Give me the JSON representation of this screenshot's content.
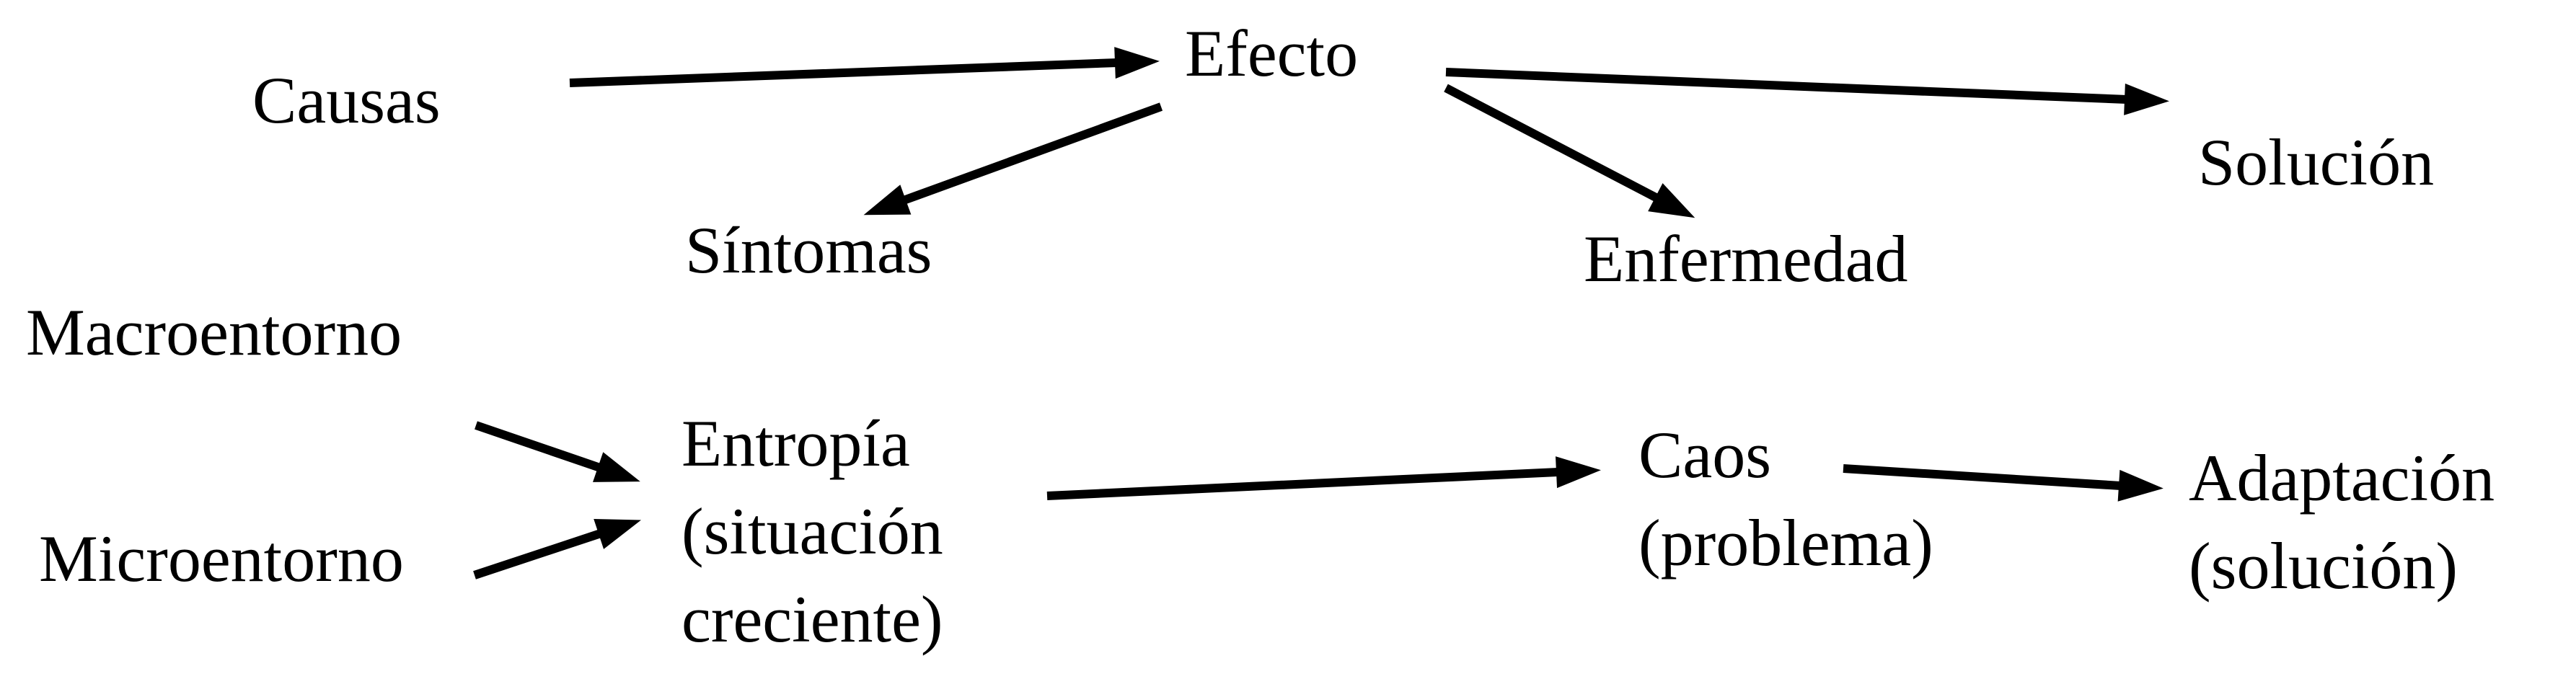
{
  "diagram": {
    "background_color": "#ffffff",
    "text_color": "#000000",
    "arrow_color": "#000000",
    "nodes": {
      "causas": {
        "label": "Causas"
      },
      "efecto": {
        "label": "Efecto"
      },
      "solucion": {
        "label": "Solución"
      },
      "sintomas": {
        "label": "Síntomas"
      },
      "enfermedad": {
        "label": "Enfermedad"
      },
      "macroentorno": {
        "label": "Macroentorno"
      },
      "microentorno": {
        "label": "Microentorno"
      },
      "entropia": {
        "lines": [
          "Entropía",
          "(situación",
          "creciente)"
        ]
      },
      "caos": {
        "lines": [
          "Caos",
          "(problema)"
        ]
      },
      "adaptacion": {
        "lines": [
          "Adaptación",
          "(solución)"
        ]
      }
    },
    "edges": [
      {
        "from": "Causas",
        "to": "Efecto"
      },
      {
        "from": "Efecto",
        "to": "Síntomas"
      },
      {
        "from": "Efecto",
        "to": "Enfermedad"
      },
      {
        "from": "Efecto",
        "to": "Solución"
      },
      {
        "from": "Macroentorno",
        "to": "Entropía (situación creciente)"
      },
      {
        "from": "Microentorno",
        "to": "Entropía (situación creciente)"
      },
      {
        "from": "Entropía (situación creciente)",
        "to": "Caos (problema)"
      },
      {
        "from": "Caos (problema)",
        "to": "Adaptación (solución)"
      }
    ]
  }
}
